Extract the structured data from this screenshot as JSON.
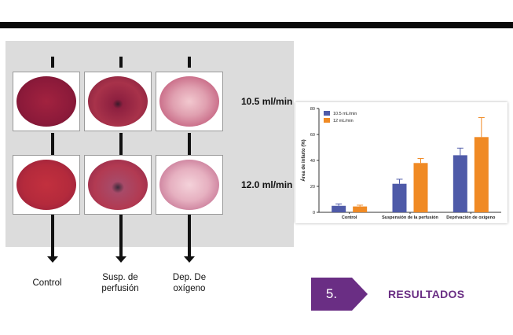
{
  "photo_panel": {
    "columns": [
      "Control",
      "Susp. de\nperfusión",
      "Dep. De\noxígeno"
    ],
    "rows": [
      "10.5 ml/min",
      "12.0 ml/min"
    ]
  },
  "section": {
    "number": "5.",
    "title": "RESULTADOS",
    "accent_color": "#6a2e84"
  },
  "chart_data": {
    "type": "bar",
    "categories": [
      "Control",
      "Suspensión de la perfusión",
      "Deprivación de oxígeno"
    ],
    "ylabel": "Área de infarto (%)",
    "xlabel": "",
    "ylim": [
      0,
      80
    ],
    "yticks": [
      0,
      20,
      40,
      60,
      80
    ],
    "legend_position": "top-left",
    "grid": false,
    "error_bars": true,
    "series": [
      {
        "name": "10.5 mL/min",
        "color": "#4e5aa8",
        "values": [
          5,
          22,
          44
        ],
        "errors": [
          1.5,
          3.5,
          5.5
        ]
      },
      {
        "name": "12 mL/min",
        "color": "#f08a24",
        "values": [
          4.5,
          38,
          58
        ],
        "errors": [
          1,
          3.5,
          15
        ]
      }
    ]
  }
}
